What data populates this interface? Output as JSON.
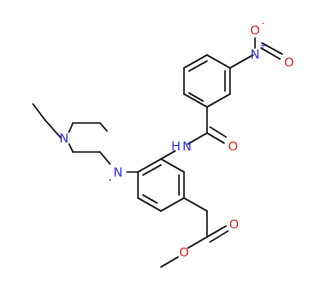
{
  "molecule": {
    "colors": {
      "carbon_bond": "#1a1a1a",
      "nitrogen": "#2a2cf0",
      "oxygen": "#ee1c1c"
    },
    "atoms": {
      "nitro_n": "N",
      "nitro_n_charge": "+",
      "nitro_o_single": "O",
      "nitro_o_single_charge": "-",
      "nitro_o_double": "O",
      "amide_n": "N",
      "amide_h": "H",
      "amide_o": "O",
      "piperazine_n_ethyl": "N",
      "piperazine_n_aryl": "N",
      "ester_o_carbonyl": "O",
      "ester_o_methoxy": "O"
    }
  }
}
